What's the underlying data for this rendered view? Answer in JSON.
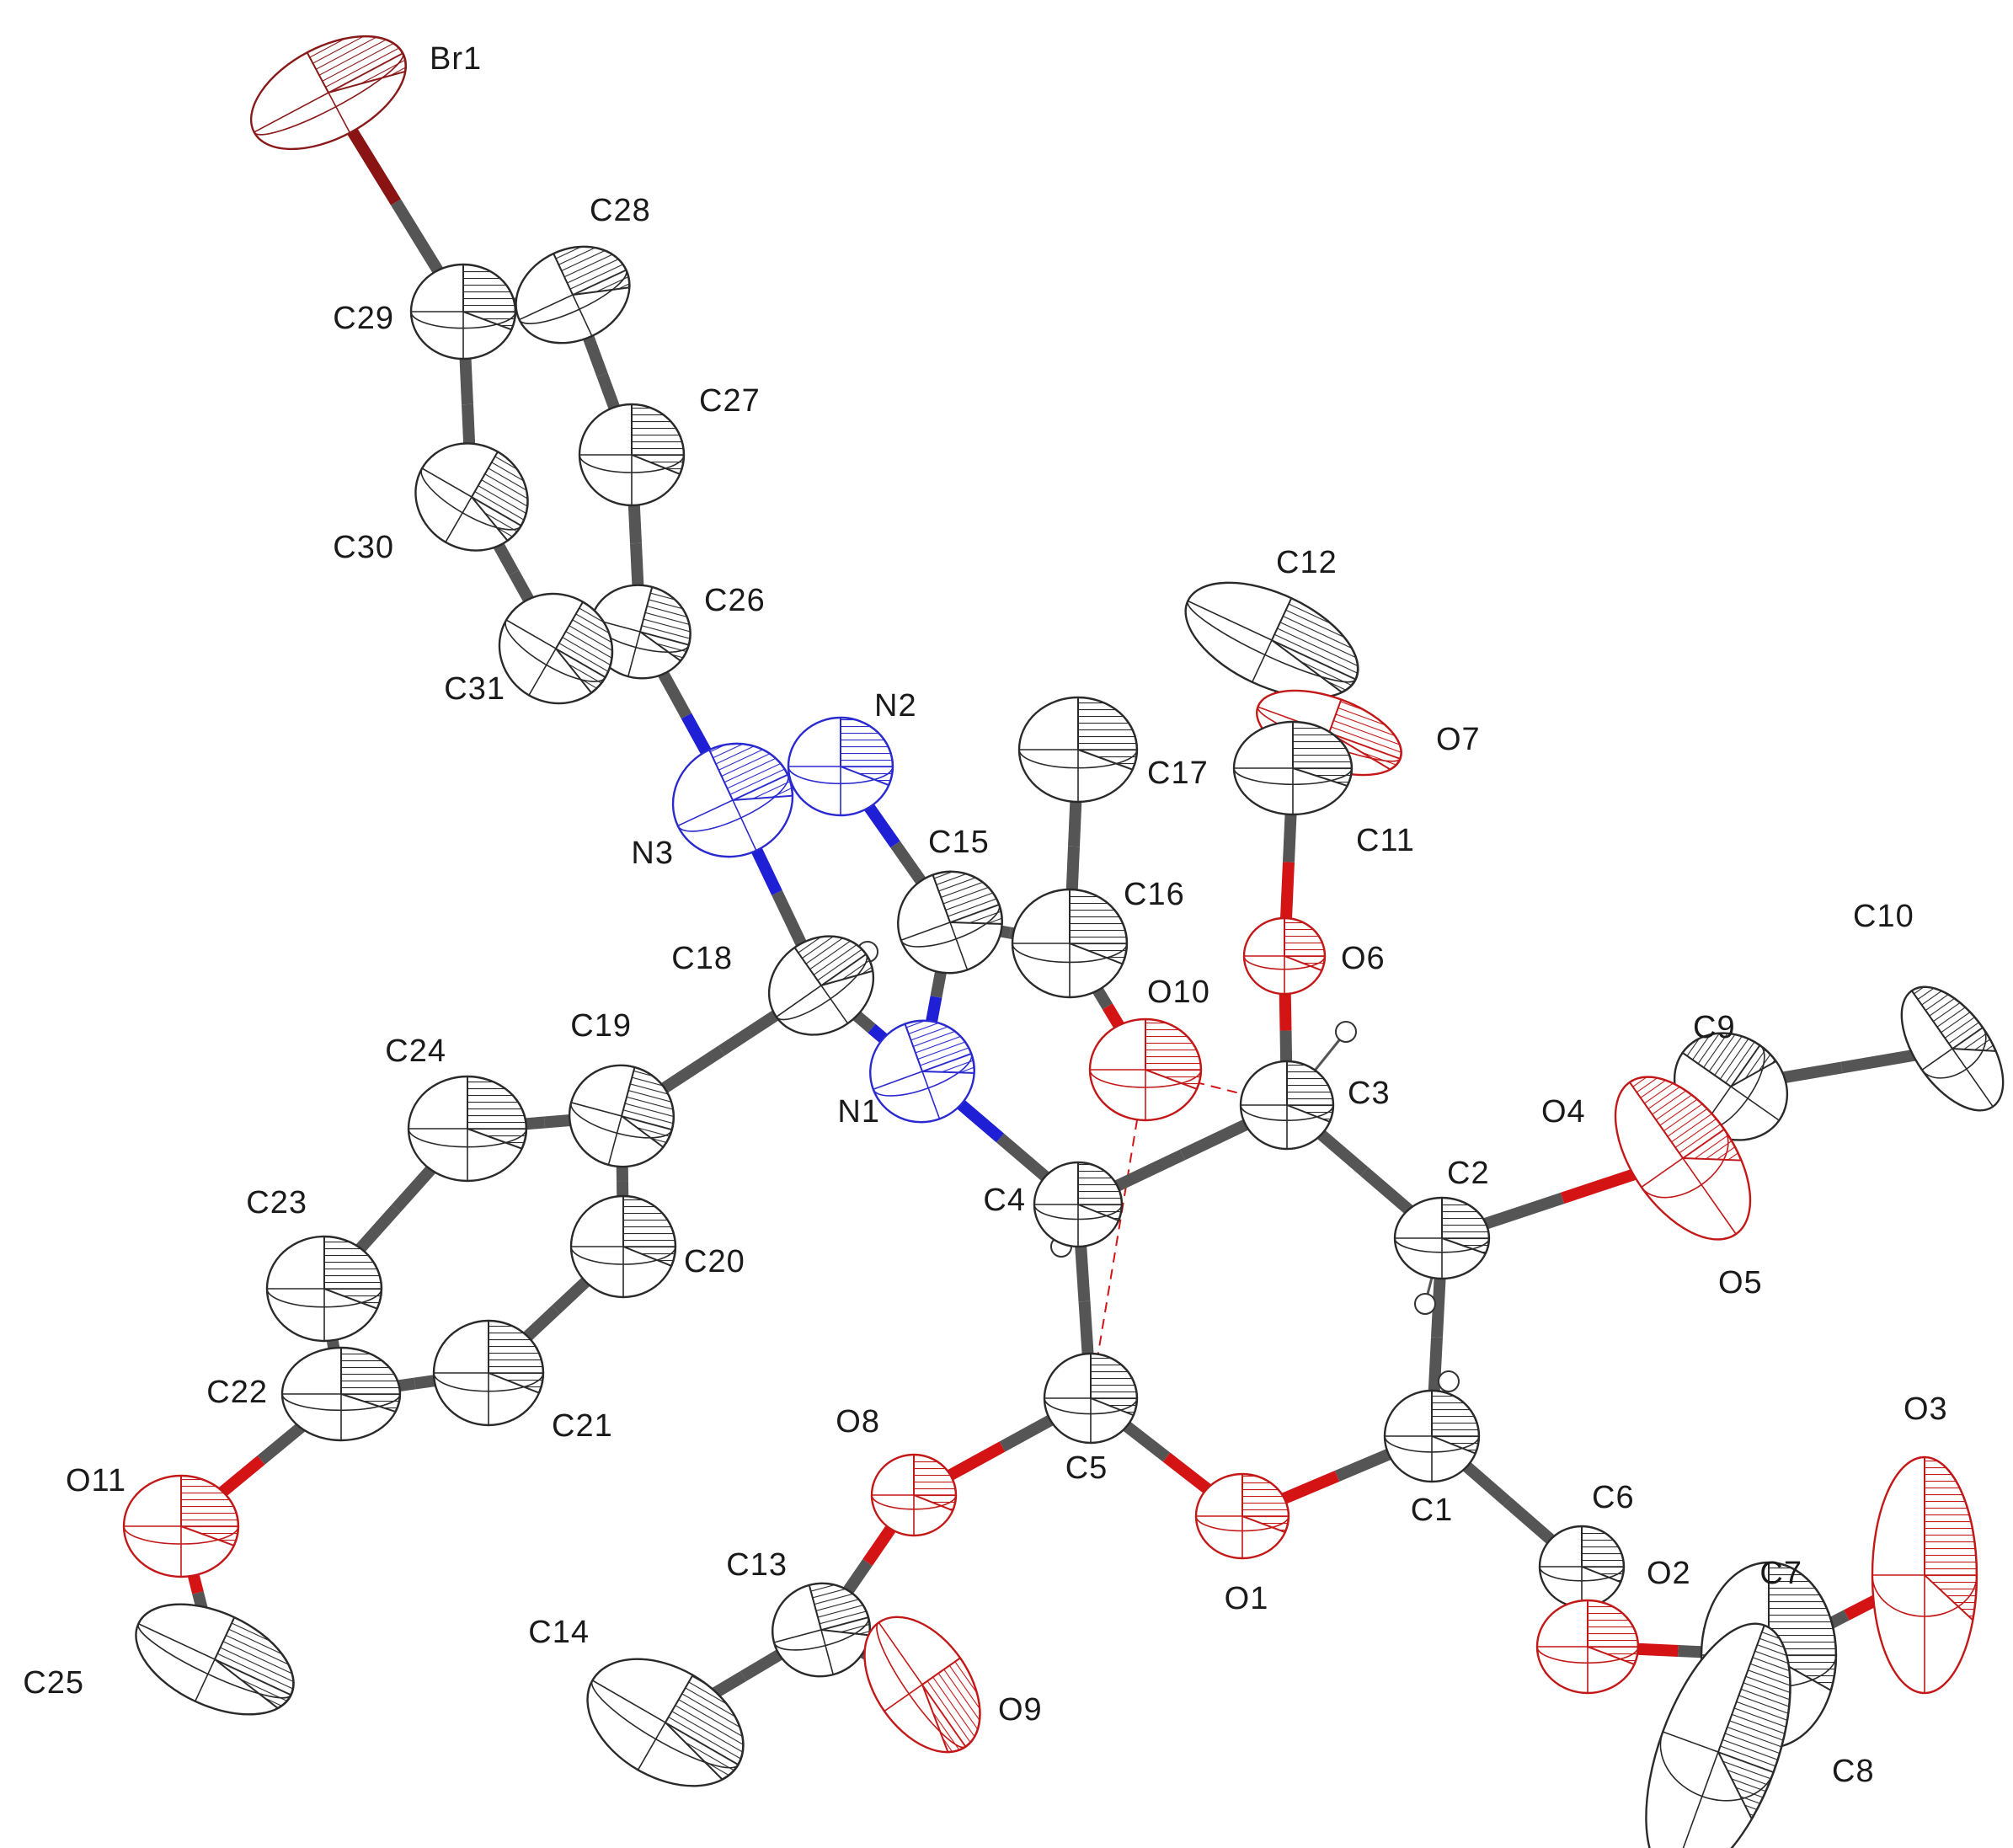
{
  "colors": {
    "bond_carbon": "#555555",
    "bond_nitrogen": "#1f1fd6",
    "bond_oxygen": "#d41414",
    "bond_bromine": "#8a1414",
    "atom_carbon": "#2a2a2a",
    "atom_nitrogen": "#2a2ad0",
    "atom_oxygen": "#c41818",
    "atom_bromine": "#8a1a1a",
    "hbond": "#d41414"
  },
  "atoms": [
    {
      "id": "Br1",
      "label": "Br1",
      "element": "Br"
    },
    {
      "id": "C28",
      "label": "C28",
      "element": "C"
    },
    {
      "id": "C29",
      "label": "C29",
      "element": "C"
    },
    {
      "id": "C27",
      "label": "C27",
      "element": "C"
    },
    {
      "id": "C30",
      "label": "C30",
      "element": "C"
    },
    {
      "id": "C26",
      "label": "C26",
      "element": "C"
    },
    {
      "id": "C31",
      "label": "C31",
      "element": "C"
    },
    {
      "id": "N2",
      "label": "N2",
      "element": "N"
    },
    {
      "id": "N3",
      "label": "N3",
      "element": "N"
    },
    {
      "id": "C12",
      "label": "C12",
      "element": "C"
    },
    {
      "id": "O7",
      "label": "O7",
      "element": "O"
    },
    {
      "id": "C17",
      "label": "C17",
      "element": "C"
    },
    {
      "id": "C11",
      "label": "C11",
      "element": "C"
    },
    {
      "id": "C15",
      "label": "C15",
      "element": "C"
    },
    {
      "id": "C16",
      "label": "C16",
      "element": "C"
    },
    {
      "id": "C18",
      "label": "C18",
      "element": "C"
    },
    {
      "id": "O6",
      "label": "O6",
      "element": "O"
    },
    {
      "id": "O10",
      "label": "O10",
      "element": "O"
    },
    {
      "id": "C10",
      "label": "C10",
      "element": "C"
    },
    {
      "id": "C24",
      "label": "C24",
      "element": "C"
    },
    {
      "id": "C19",
      "label": "C19",
      "element": "C"
    },
    {
      "id": "N1",
      "label": "N1",
      "element": "N"
    },
    {
      "id": "C3",
      "label": "C3",
      "element": "C"
    },
    {
      "id": "C9",
      "label": "C9",
      "element": "C"
    },
    {
      "id": "O4",
      "label": "O4",
      "element": "O"
    },
    {
      "id": "C4",
      "label": "C4",
      "element": "C"
    },
    {
      "id": "C2",
      "label": "C2",
      "element": "C"
    },
    {
      "id": "C23",
      "label": "C23",
      "element": "C"
    },
    {
      "id": "C20",
      "label": "C20",
      "element": "C"
    },
    {
      "id": "O5",
      "label": "O5",
      "element": "O"
    },
    {
      "id": "C22",
      "label": "C22",
      "element": "C"
    },
    {
      "id": "C21",
      "label": "C21",
      "element": "C"
    },
    {
      "id": "C5",
      "label": "C5",
      "element": "C"
    },
    {
      "id": "O8",
      "label": "O8",
      "element": "O"
    },
    {
      "id": "C1",
      "label": "C1",
      "element": "C"
    },
    {
      "id": "O3",
      "label": "O3",
      "element": "O"
    },
    {
      "id": "O11",
      "label": "O11",
      "element": "O"
    },
    {
      "id": "C6",
      "label": "C6",
      "element": "C"
    },
    {
      "id": "O1",
      "label": "O1",
      "element": "O"
    },
    {
      "id": "C13",
      "label": "C13",
      "element": "C"
    },
    {
      "id": "C7",
      "label": "C7",
      "element": "C"
    },
    {
      "id": "O2",
      "label": "O2",
      "element": "O"
    },
    {
      "id": "C14",
      "label": "C14",
      "element": "C"
    },
    {
      "id": "C25",
      "label": "C25",
      "element": "C"
    },
    {
      "id": "O9",
      "label": "O9",
      "element": "O"
    },
    {
      "id": "C8",
      "label": "C8",
      "element": "C"
    }
  ],
  "bonds": [
    [
      "Br1",
      "C29"
    ],
    [
      "C29",
      "C28"
    ],
    [
      "C28",
      "C27"
    ],
    [
      "C29",
      "C30"
    ],
    [
      "C27",
      "C26"
    ],
    [
      "C30",
      "C31"
    ],
    [
      "C31",
      "C26"
    ],
    [
      "C26",
      "N3"
    ],
    [
      "N3",
      "N2"
    ],
    [
      "N2",
      "C15"
    ],
    [
      "N3",
      "C18"
    ],
    [
      "C18",
      "N1"
    ],
    [
      "N1",
      "C15"
    ],
    [
      "N1",
      "C4"
    ],
    [
      "C15",
      "C16"
    ],
    [
      "C16",
      "C17"
    ],
    [
      "C16",
      "O10"
    ],
    [
      "C18",
      "C19"
    ],
    [
      "C19",
      "C24"
    ],
    [
      "C19",
      "C20"
    ],
    [
      "C24",
      "C23"
    ],
    [
      "C23",
      "C22"
    ],
    [
      "C22",
      "C21"
    ],
    [
      "C21",
      "C20"
    ],
    [
      "C22",
      "O11"
    ],
    [
      "O11",
      "C25"
    ],
    [
      "C4",
      "C3"
    ],
    [
      "C4",
      "C5"
    ],
    [
      "C3",
      "O6"
    ],
    [
      "O6",
      "C11"
    ],
    [
      "C11",
      "C12"
    ],
    [
      "C11",
      "O7"
    ],
    [
      "C3",
      "C2"
    ],
    [
      "C2",
      "O4"
    ],
    [
      "O4",
      "C9"
    ],
    [
      "C9",
      "O5"
    ],
    [
      "C9",
      "C10"
    ],
    [
      "C2",
      "C1"
    ],
    [
      "C1",
      "O1"
    ],
    [
      "O1",
      "C5"
    ],
    [
      "C5",
      "O8"
    ],
    [
      "O8",
      "C13"
    ],
    [
      "C13",
      "O9"
    ],
    [
      "C13",
      "C14"
    ],
    [
      "C1",
      "C6"
    ],
    [
      "C6",
      "O2"
    ],
    [
      "O2",
      "C7"
    ],
    [
      "C7",
      "O3"
    ],
    [
      "C7",
      "C8"
    ]
  ],
  "hydrogen_bonds": [
    [
      "O10",
      "C3"
    ],
    [
      "O10",
      "C5"
    ]
  ],
  "hydrogens": [
    [
      "C18",
      "H18"
    ],
    [
      "C3",
      "H3"
    ],
    [
      "C4",
      "H4"
    ],
    [
      "C2",
      "H2"
    ],
    [
      "C1",
      "H1"
    ]
  ]
}
